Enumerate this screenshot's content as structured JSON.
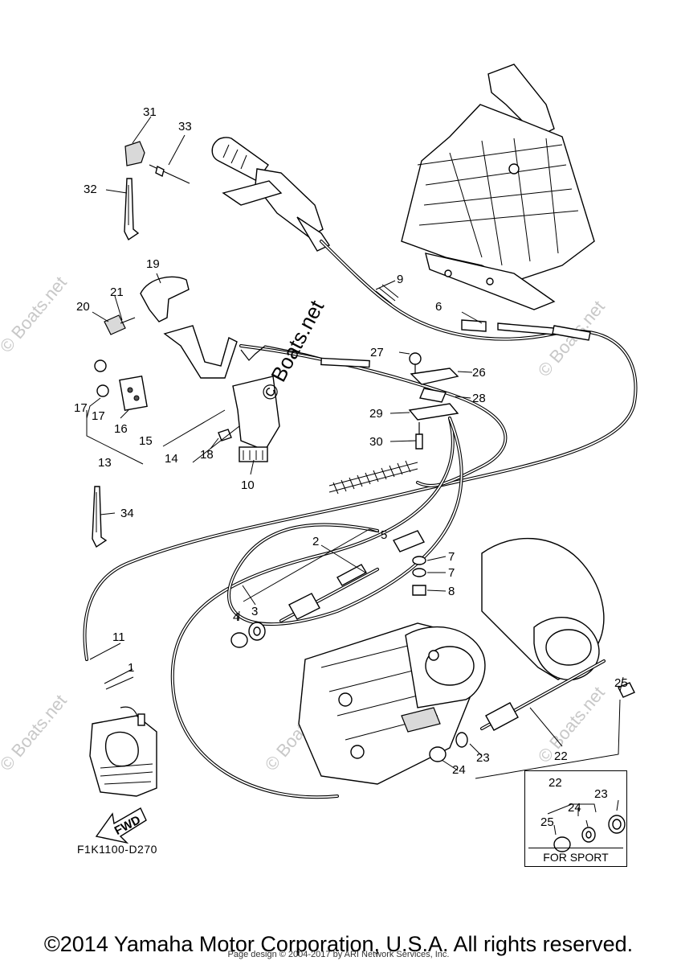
{
  "watermark": {
    "center_text": "© Boats.net",
    "tile_text": "© Boats.net"
  },
  "callouts": [
    "1",
    "2",
    "3",
    "4",
    "5",
    "6",
    "7",
    "7",
    "8",
    "9",
    "10",
    "11",
    "13",
    "14",
    "15",
    "16",
    "17",
    "17",
    "18",
    "19",
    "20",
    "21",
    "22",
    "23",
    "24",
    "25",
    "26",
    "27",
    "28",
    "29",
    "30",
    "31",
    "32",
    "33",
    "34"
  ],
  "inset": {
    "title": "FOR SPORT",
    "callouts": [
      "22",
      "23",
      "24",
      "25"
    ]
  },
  "diagram_code": "F1K1100-D270",
  "footer": {
    "copyright": "©2014 Yamaha Motor Corporation, U.S.A. All rights reserved.",
    "page_design": "Page design © 2004-2017 by ARI Network Services, Inc."
  },
  "arrow_label": "FWD"
}
